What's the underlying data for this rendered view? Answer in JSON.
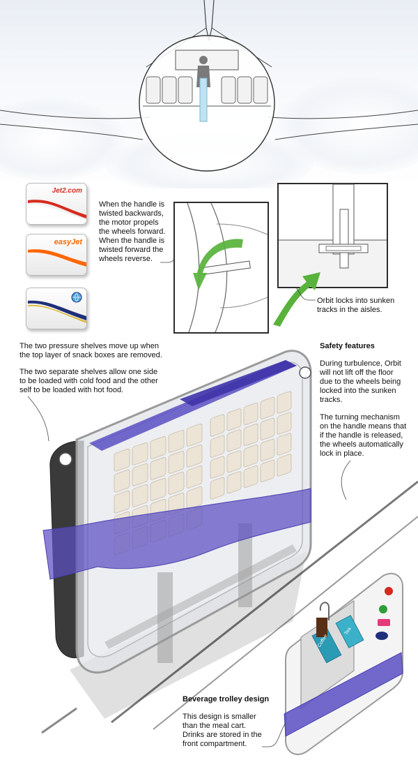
{
  "colors": {
    "accent_purple": "#5b4fc4",
    "arrow_green": "#58b23b",
    "jet2_red": "#d52b1e",
    "easyjet_orange": "#ff6600",
    "third_navy": "#1f2f7a"
  },
  "airline_cards": [
    {
      "name": "Jet2.com",
      "swoosh_color": "#d52b1e"
    },
    {
      "name": "easyJet",
      "swoosh_color": "#ff6600"
    },
    {
      "name": "",
      "swoosh_color": "#1f2f7a",
      "logo_icon": "globe-logo-icon"
    }
  ],
  "handle_text": "When the handle is\ntwisted backwards,\nthe motor propels\nthe wheels forward.\nWhen the handle is\ntwisted forward the\nwheels reverse.",
  "orbit_text": "Orbit locks into sunken\ntracks in the aisles.",
  "pressure_text": "The two pressure shelves move up when\nthe top layer of snack boxes are removed.",
  "shelves_text": "The two separate shelves allow one side\nto be loaded with cold food and the other\nself to be loaded with hot food.",
  "safety": {
    "heading": "Safety features",
    "para1": "During turbulence, Orbit\nwill not lift off the floor\ndue to the wheels being\nlocked into the sunken\ntracks.",
    "para2": "The turning mechanism\non the handle means that\nif the handle is released,\nthe wheels automatically\nlock in place."
  },
  "beverage": {
    "heading": "Beverage trolley design",
    "body": "This design is smaller\nthan the meal cart.\nDrinks are stored in the\nfront compartment.",
    "box_labels": [
      "Coffee",
      "Tea"
    ],
    "brand_logos": [
      "coca-cola-logo-icon",
      "7up-logo-icon",
      "evian-logo-icon",
      "fanta-logo-icon"
    ]
  }
}
